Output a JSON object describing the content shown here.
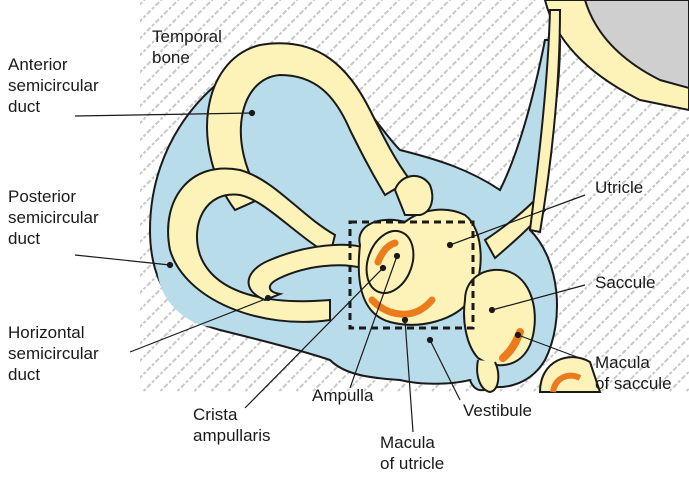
{
  "labels": {
    "temporal_bone": "Temporal\nbone",
    "anterior_duct": "Anterior\nsemicircular\nduct",
    "posterior_duct": "Posterior\nsemicircular\nduct",
    "horizontal_duct": "Horizontal\nsemicircular\nduct",
    "utricle": "Utricle",
    "saccule": "Saccule",
    "macula_saccule": "Macula\nof saccule",
    "crista": "Crista\nampullaris",
    "ampulla": "Ampulla",
    "macula_utricle": "Macula\nof utricle",
    "vestibule": "Vestibule"
  },
  "colors": {
    "bone_hatch": "#c8c8c8",
    "perilymph": "#b8dcea",
    "endolymph_tissue": "#fdf2b8",
    "sensory_epithelium": "#ea7c1e",
    "outline": "#1a1a1a"
  }
}
